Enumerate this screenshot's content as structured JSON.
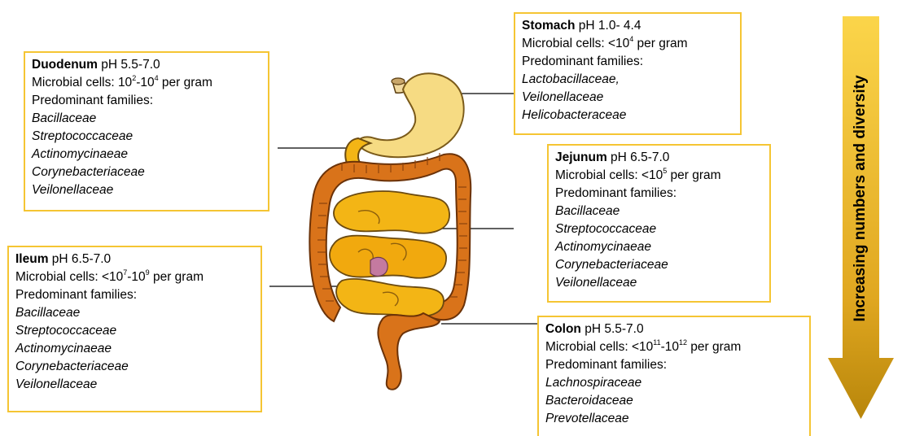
{
  "regions": {
    "stomach": {
      "name": "Stomach",
      "ph": " pH 1.0- 4.4",
      "cells_prefix": "Microbial cells: <10",
      "cells_exp1": "4",
      "cells_mid": "",
      "cells_exp2": "",
      "cells_suffix": " per gram",
      "families_label": "Predominant families:",
      "families": [
        "Lactobacillaceae,",
        "Veilonellaceae",
        "Helicobacteraceae"
      ]
    },
    "duodenum": {
      "name": "Duodenum",
      "ph": " pH 5.5-7.0",
      "cells_prefix": "Microbial cells: 10",
      "cells_exp1": "2",
      "cells_mid": "-10",
      "cells_exp2": "4",
      "cells_suffix": " per gram",
      "families_label": "Predominant families:",
      "families": [
        "Bacillaceae",
        "Streptococcaceae",
        "Actinomycinaeae",
        "Corynebacteriaceae",
        "Veilonellaceae"
      ]
    },
    "jejunum": {
      "name": "Jejunum",
      "ph": " pH 6.5-7.0",
      "cells_prefix": "Microbial cells: <10",
      "cells_exp1": "5",
      "cells_mid": "",
      "cells_exp2": "",
      "cells_suffix": " per gram",
      "families_label": "Predominant families:",
      "families": [
        "Bacillaceae",
        "Streptococcaceae",
        "Actinomycinaeae",
        "Corynebacteriaceae",
        "Veilonellaceae"
      ]
    },
    "ileum": {
      "name": "Ileum",
      "ph": " pH 6.5-7.0",
      "cells_prefix": "Microbial cells: <10",
      "cells_exp1": "7",
      "cells_mid": "-10",
      "cells_exp2": "9",
      "cells_suffix": " per gram",
      "families_label": "Predominant families:",
      "families": [
        "Bacillaceae",
        "Streptococcaceae",
        "Actinomycinaeae",
        "Corynebacteriaceae",
        "Veilonellaceae"
      ]
    },
    "colon": {
      "name": "Colon",
      "ph": " pH 5.5-7.0",
      "cells_prefix": "Microbial cells: <10",
      "cells_exp1": "11",
      "cells_mid": "-10",
      "cells_exp2": "12",
      "cells_suffix": " per gram",
      "families_label": "Predominant families:",
      "families": [
        "Lachnospiraceae",
        "Bacteroidaceae",
        "Prevotellaceae"
      ]
    }
  },
  "arrow": {
    "label": "Increasing numbers and diversity",
    "color_top": "#fbd54a",
    "color_bottom": "#b8860b"
  },
  "colors": {
    "box_border": "#f5c533",
    "stomach": "#f6db83",
    "small_intestine": "#f3b515",
    "large_intestine": "#d9731a",
    "leader": "#000000"
  }
}
